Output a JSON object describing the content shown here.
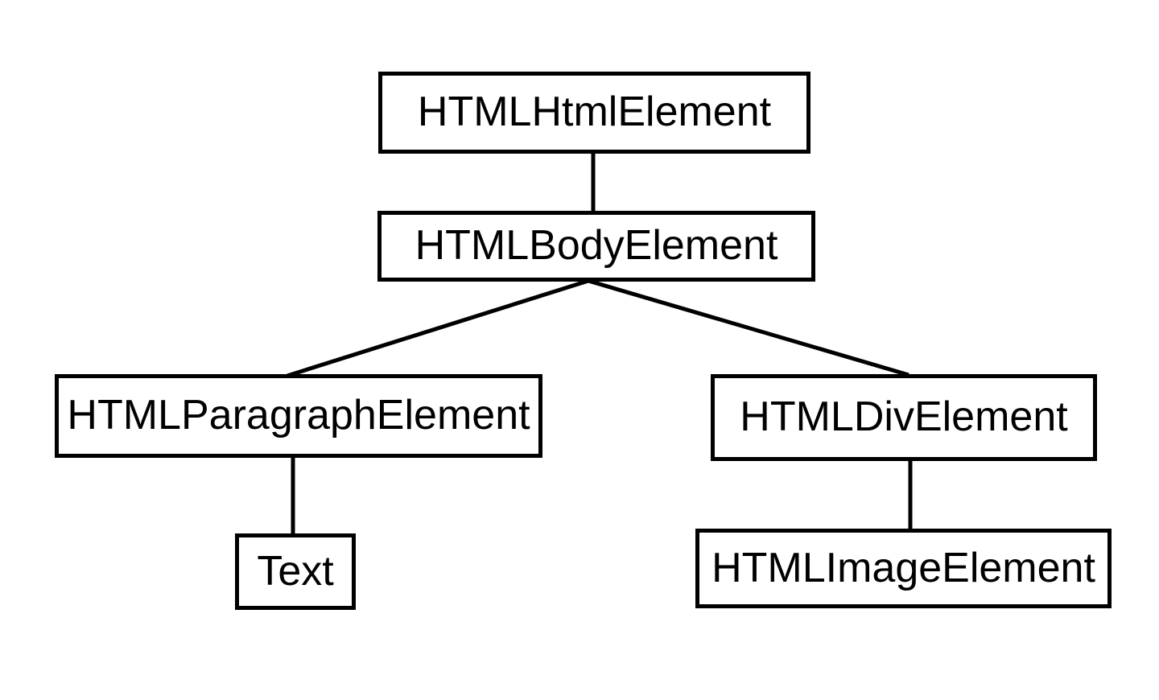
{
  "diagram": {
    "type": "tree",
    "colors": {
      "background": "#ffffff",
      "node_fill": "#ffffff",
      "node_border": "#000000",
      "edge": "#000000",
      "text": "#000000"
    },
    "nodes": {
      "html": {
        "label": "HTMLHtmlElement"
      },
      "body": {
        "label": "HTMLBodyElement"
      },
      "paragraph": {
        "label": "HTMLParagraphElement"
      },
      "div": {
        "label": "HTMLDivElement"
      },
      "text": {
        "label": "Text"
      },
      "image": {
        "label": "HTMLImageElement"
      }
    },
    "edges": [
      {
        "from": "HTMLHtmlElement",
        "to": "HTMLBodyElement"
      },
      {
        "from": "HTMLBodyElement",
        "to": "HTMLParagraphElement"
      },
      {
        "from": "HTMLBodyElement",
        "to": "HTMLDivElement"
      },
      {
        "from": "HTMLParagraphElement",
        "to": "Text"
      },
      {
        "from": "HTMLDivElement",
        "to": "HTMLImageElement"
      }
    ]
  }
}
